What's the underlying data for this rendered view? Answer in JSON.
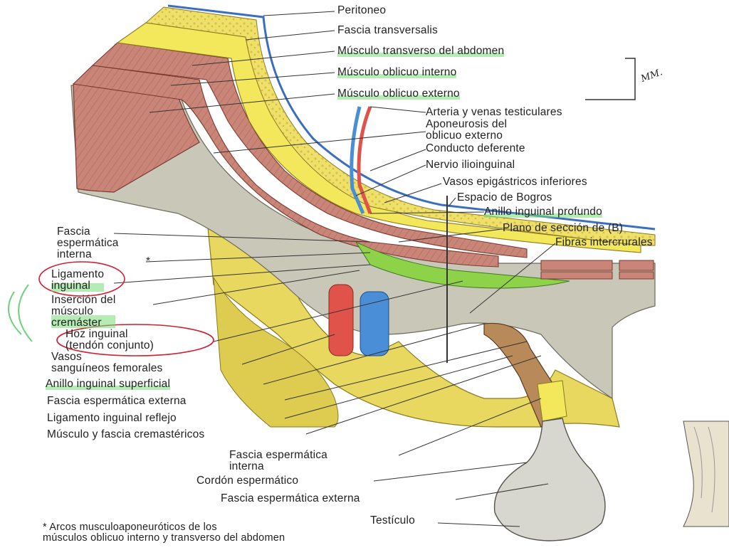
{
  "labels_right": [
    "Peritoneo",
    "Fascia transversalis",
    "Músculo transverso del abdomen",
    "Músculo oblicuo interno",
    "Músculo oblicuo externo",
    "Arteria y venas testiculares",
    "Aponeurosis del\noblicuo externo",
    "Conducto deferente",
    "Nervio ilioinguinal",
    "Vasos epigástricos inferiores",
    "Espacio de Bogros",
    "Anillo inguinal profundo",
    "Plano de sección de (B)",
    "Fibras intercrurales"
  ],
  "labels_left": [
    "Fascia\nespermática\ninterna",
    "*",
    "Ligamento\ninguinal",
    "Inserción del\nmúsculo\ncremáster",
    "Hoz inguinal\n(tendón conjunto)",
    "Vasos\nsanguíneos femorales",
    "Anillo inguinal superficial",
    "Fascia espermática externa",
    "Ligamento inguinal reflejo",
    "Músculo y fascia cremastéricos"
  ],
  "labels_bottom": [
    "Fascia espermática\ninterna",
    "Cordón espermático",
    "Fascia espermática externa",
    "Testículo"
  ],
  "footnote": "* Arcos musculoaponeuróticos de los\nmúsculos oblicuo interno y transverso del abdomen",
  "annotation": "MM.",
  "colors": {
    "muscle": "#c98678",
    "muscle_dark": "#a85a50",
    "yellow": "#f1e35a",
    "fat": "#e6d36a",
    "grey": "#c9c7b7",
    "bone": "#e8d860",
    "artery": "#e0534a",
    "vein": "#4a8ed8",
    "green": "#8ed24a",
    "highlight_red": "#d02030",
    "highlight_green": "#6fd27a"
  }
}
